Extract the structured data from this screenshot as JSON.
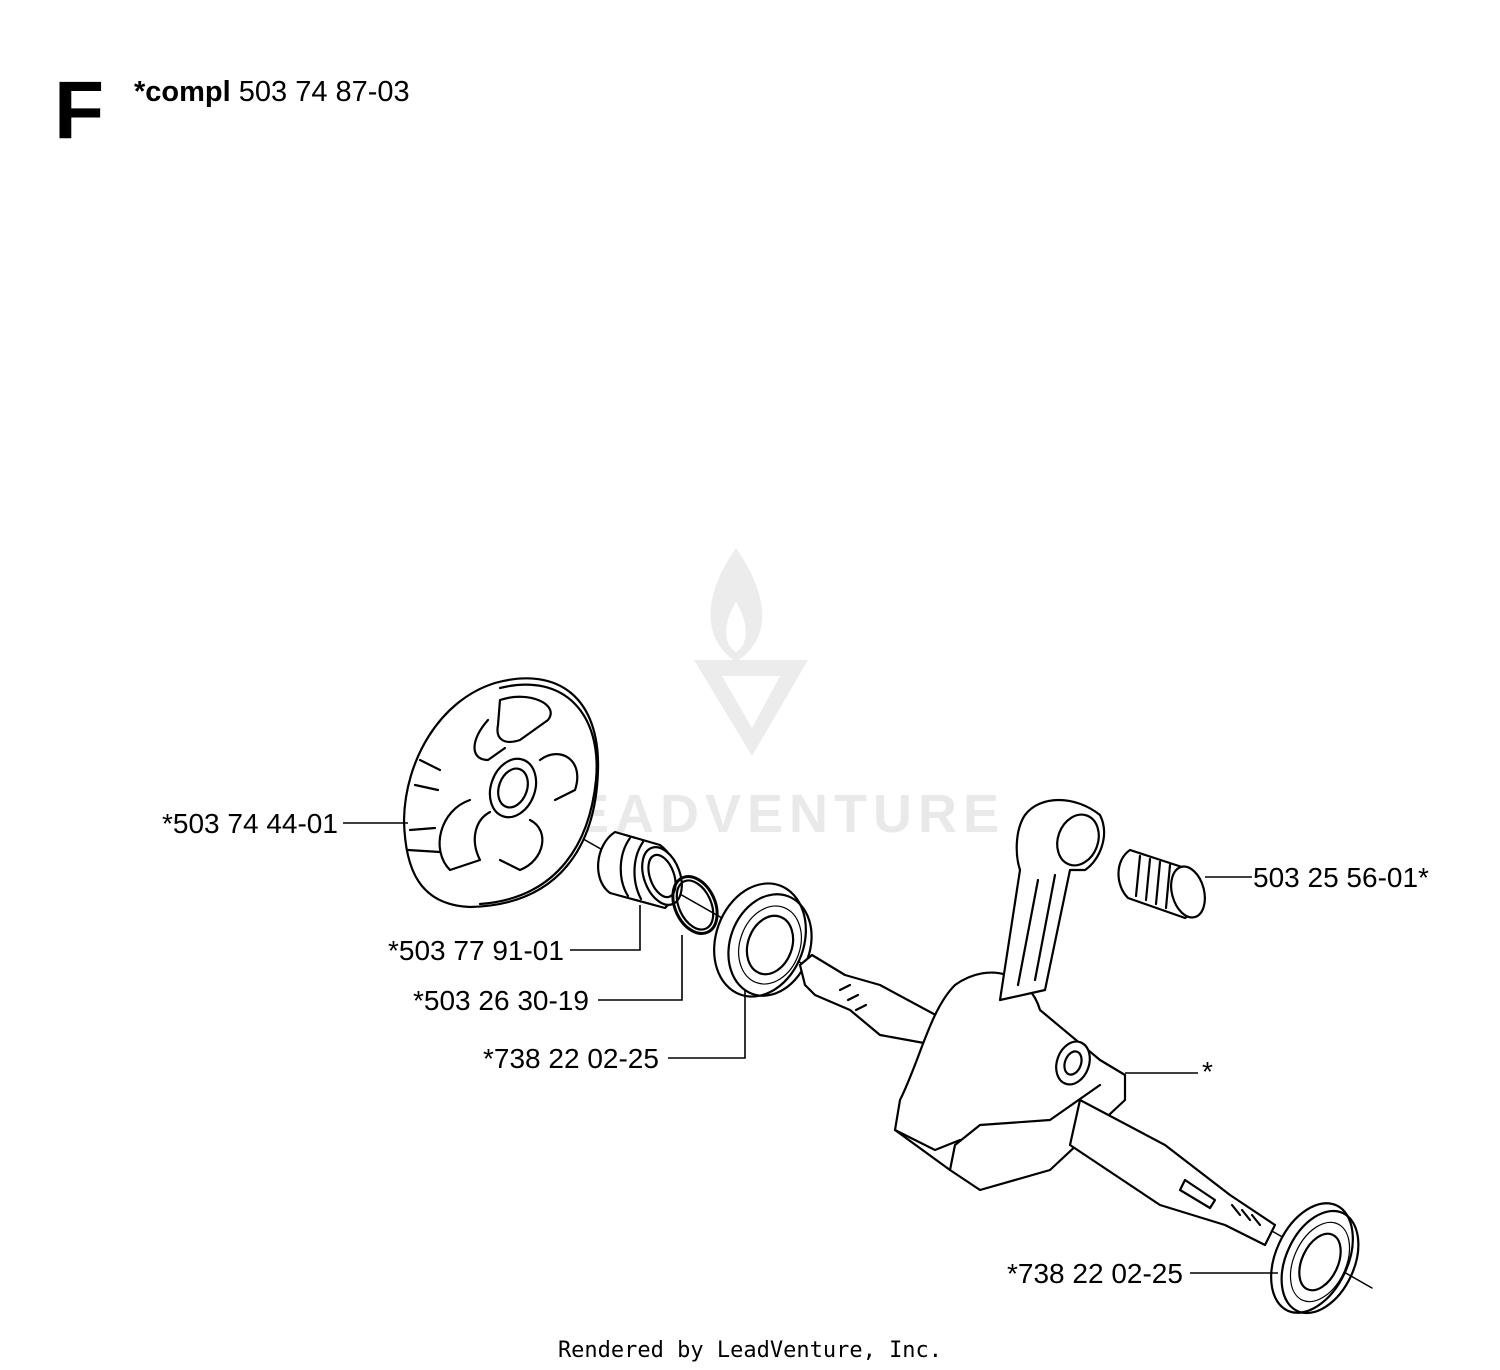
{
  "header": {
    "section_letter": "F",
    "assembly_prefix": "*compl",
    "assembly_number": "503 74 87-03"
  },
  "watermark": {
    "text": "LEADVENTURE",
    "color": "#e9e9e9"
  },
  "callouts": {
    "clutch": "*503 74 44-01",
    "bushing": "*503 77 91-01",
    "oring": "*503 26 30-19",
    "bearing_left": "*738 22 02-25",
    "needle_bearing": "503 25 56-01*",
    "crankshaft": "*",
    "bearing_right": "*738 22 02-25"
  },
  "footer": {
    "text": "Rendered by LeadVenture, Inc."
  }
}
